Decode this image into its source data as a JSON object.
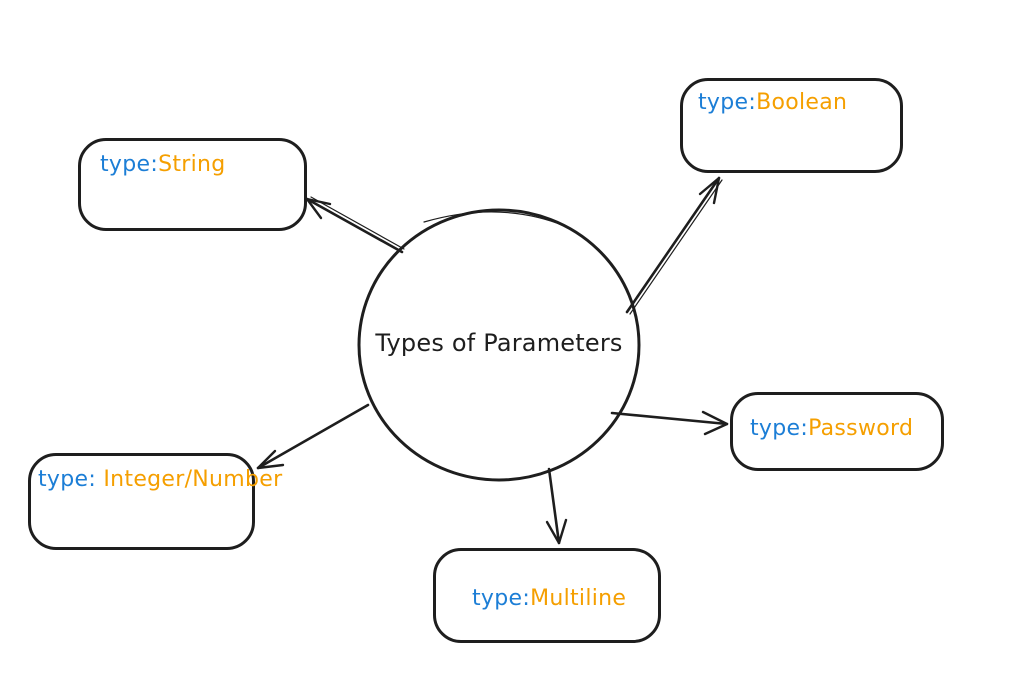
{
  "diagram": {
    "center_label": "Types of Parameters",
    "nodes": [
      {
        "name": "string",
        "prefix": "type:",
        "value": "String"
      },
      {
        "name": "boolean",
        "prefix": "type:",
        "value": "Boolean"
      },
      {
        "name": "password",
        "prefix": "type:",
        "value": "Password"
      },
      {
        "name": "integer-number",
        "prefix": "type:",
        "value": " Integer/Number"
      },
      {
        "name": "multiline",
        "prefix": "type:",
        "value": "Multiline"
      }
    ],
    "colors": {
      "prefix_blue": "#1c7ed6",
      "value_orange": "#f59f00",
      "stroke": "#1e1e1e",
      "background": "#ffffff"
    }
  }
}
